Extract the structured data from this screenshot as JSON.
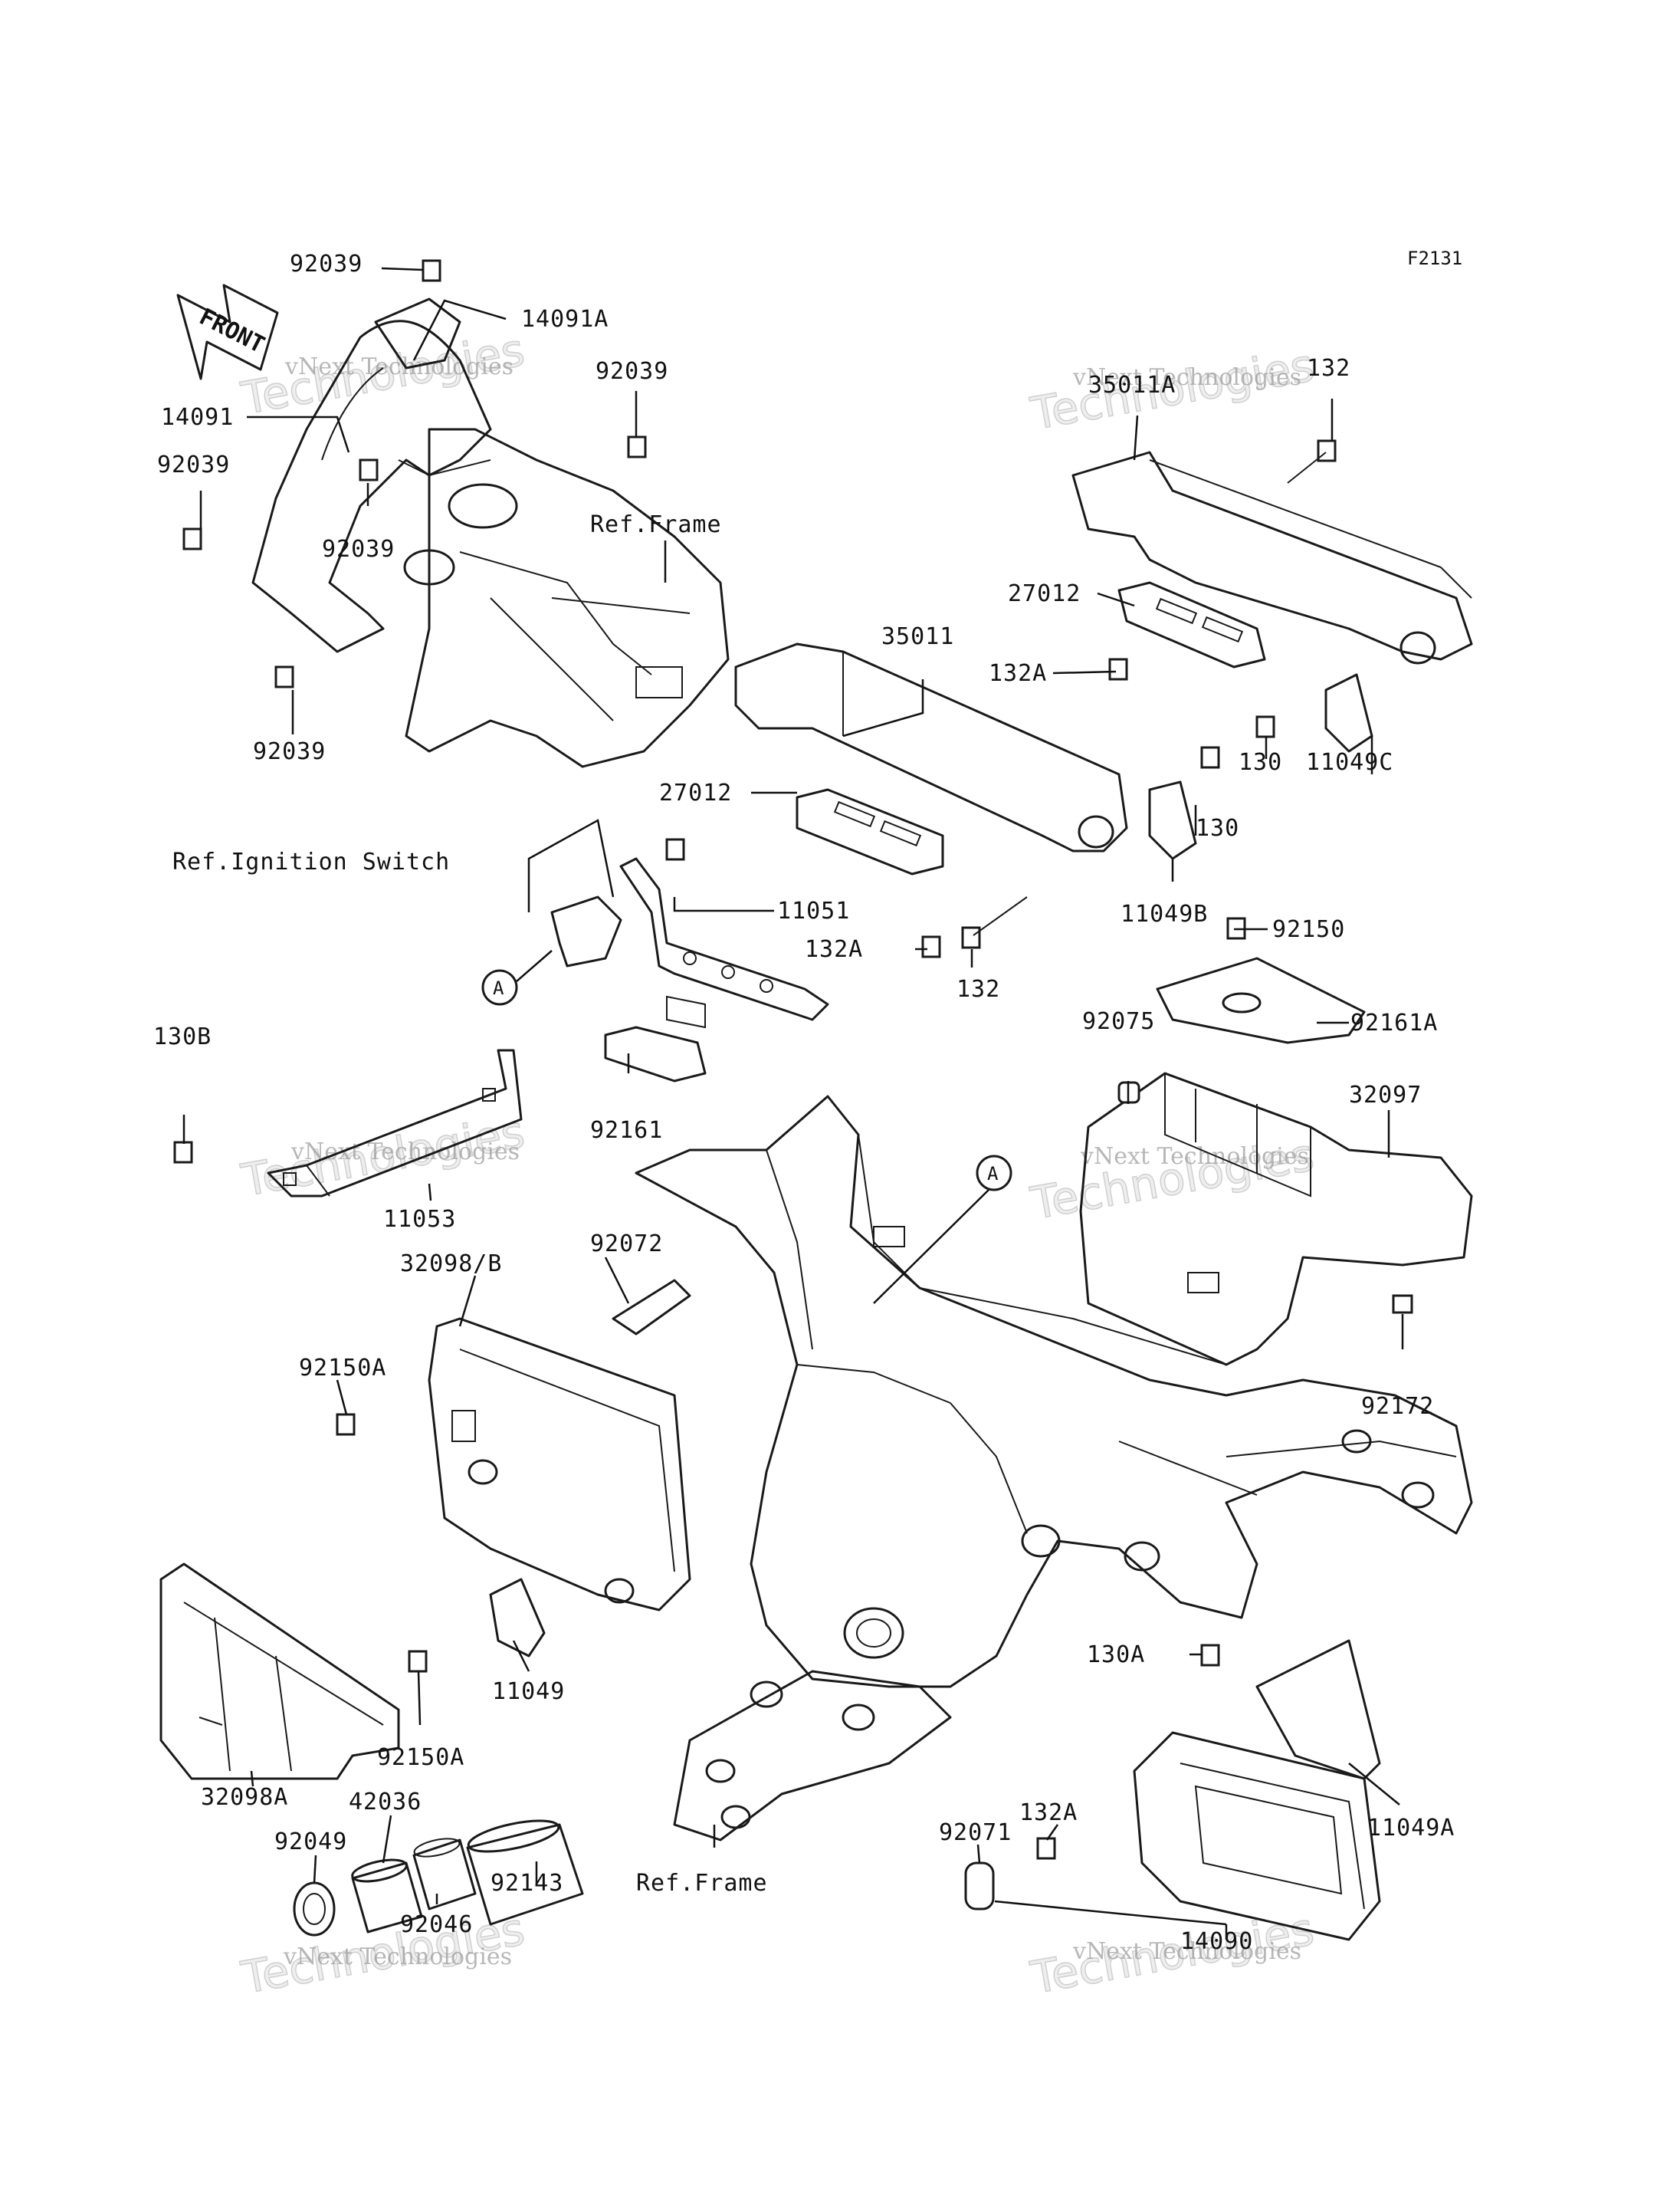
{
  "diagram_code": "F2131",
  "front_label": "FRONT",
  "watermark": {
    "company": "vNext Technologies",
    "brand": "Technologies"
  },
  "refs": {
    "frame_top": "Ref.Frame",
    "frame_bottom": "Ref.Frame",
    "ignition": "Ref.Ignition Switch"
  },
  "callout_a": "A",
  "parts": {
    "p92039_a": "92039",
    "p14091a": "14091A",
    "p92039_b": "92039",
    "p14091": "14091",
    "p92039_c": "92039",
    "p92039_d": "92039",
    "p92039_e": "92039",
    "p35011a": "35011A",
    "p132_a": "132",
    "p27012_a": "27012",
    "p132a_a": "132A",
    "p35011": "35011",
    "p130_a": "130",
    "p11049c": "11049C",
    "p130_b": "130",
    "p27012_b": "27012",
    "p11051": "11051",
    "p132a_b": "132A",
    "p132_b": "132",
    "p11049b": "11049B",
    "p92150": "92150",
    "p92075": "92075",
    "p92161a": "92161A",
    "p130b": "130B",
    "p32097": "32097",
    "p92161": "92161",
    "p11053": "11053",
    "p92072": "92072",
    "p32098b": "32098/B",
    "p92172": "92172",
    "p92150a_a": "92150A",
    "p130a": "130A",
    "p11049": "11049",
    "p92150a_b": "92150A",
    "p132a_c": "132A",
    "p11049a": "11049A",
    "p32098a": "32098A",
    "p42036": "42036",
    "p92049": "92049",
    "p92071": "92071",
    "p92143": "92143",
    "p92046": "92046",
    "p14090": "14090"
  }
}
